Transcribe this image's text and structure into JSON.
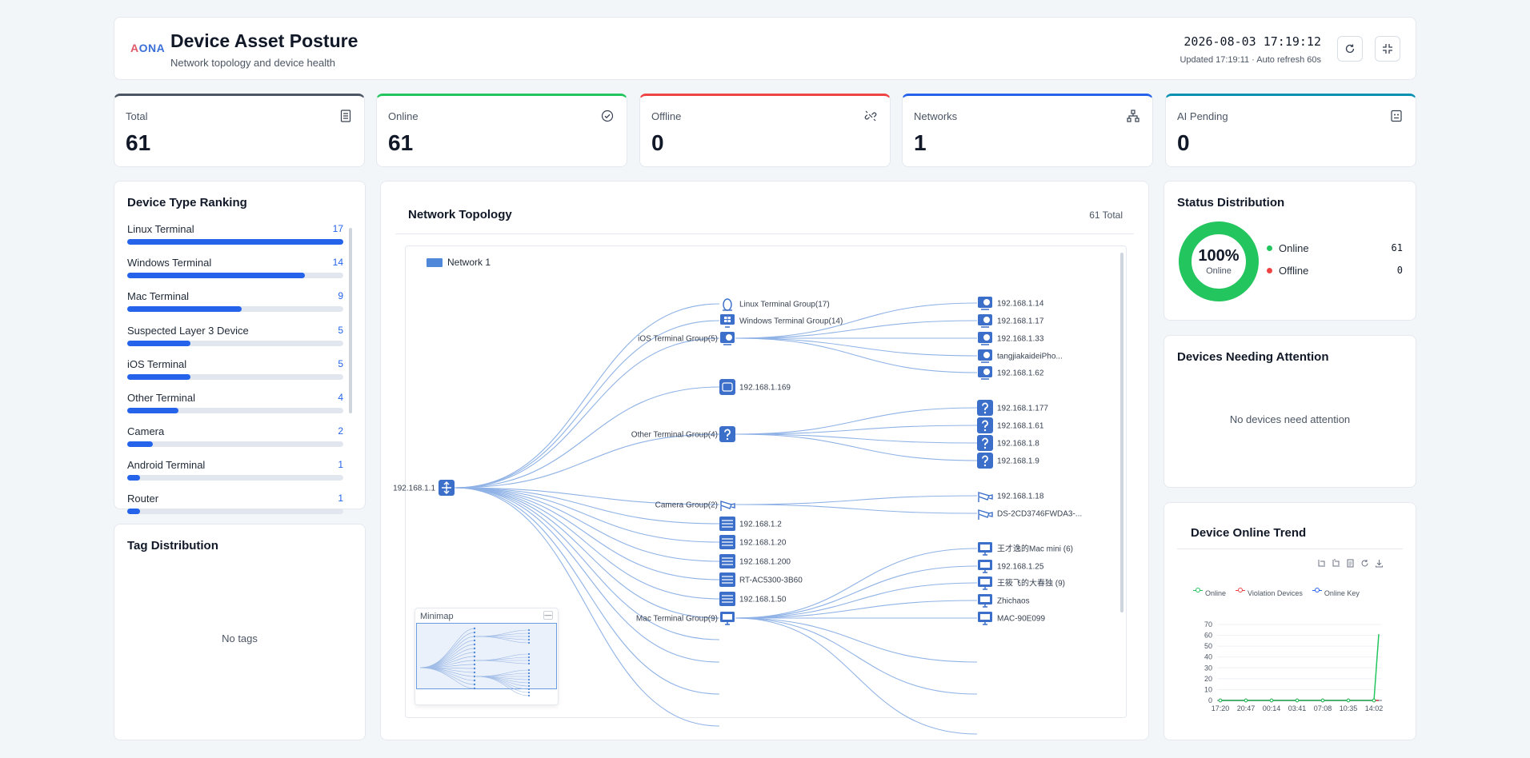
{
  "header": {
    "logo_a": "A",
    "logo_b": "ONA",
    "title": "Device Asset Posture",
    "subtitle": "Network topology and device health",
    "clock": "2026-08-03 17:19:12",
    "updated": "Updated 17:19:11 · Auto refresh 60s"
  },
  "stats": [
    {
      "label": "Total",
      "value": "61",
      "color": "#4b5563",
      "icon": "document-icon"
    },
    {
      "label": "Online",
      "value": "61",
      "color": "#22c55e",
      "icon": "check-circle-icon"
    },
    {
      "label": "Offline",
      "value": "0",
      "color": "#ef4444",
      "icon": "unlink-icon"
    },
    {
      "label": "Networks",
      "value": "1",
      "color": "#2563eb",
      "icon": "network-icon"
    },
    {
      "label": "AI Pending",
      "value": "0",
      "color": "#0891b2",
      "icon": "robot-icon"
    }
  ],
  "ranking": {
    "title": "Device Type Ranking",
    "max": 17,
    "items": [
      {
        "name": "Linux Terminal",
        "count": 17
      },
      {
        "name": "Windows Terminal",
        "count": 14
      },
      {
        "name": "Mac Terminal",
        "count": 9
      },
      {
        "name": "Suspected Layer 3 Device",
        "count": 5
      },
      {
        "name": "iOS Terminal",
        "count": 5
      },
      {
        "name": "Other Terminal",
        "count": 4
      },
      {
        "name": "Camera",
        "count": 2
      },
      {
        "name": "Android Terminal",
        "count": 1
      },
      {
        "name": "Router",
        "count": 1
      }
    ]
  },
  "tags": {
    "title": "Tag Distribution",
    "empty": "No tags"
  },
  "topology": {
    "title": "Network Topology",
    "total": "61 Total",
    "legend": "Network 1",
    "root": "192.168.1.1",
    "minimap": "Minimap",
    "minimap_close": "—",
    "groups": [
      {
        "label": "Linux Terminal Group(17)",
        "icon": "linux-icon"
      },
      {
        "label": "Windows Terminal Group(14)",
        "icon": "windows-icon"
      },
      {
        "label": "iOS Terminal Group(5)",
        "icon": "apple-icon"
      },
      {
        "label": "192.168.1.169",
        "icon": "ios-device-icon"
      },
      {
        "label": "Other Terminal Group(4)",
        "icon": "question-icon"
      },
      {
        "label": "Camera Group(2)",
        "icon": "camera-icon"
      },
      {
        "label": "192.168.1.2",
        "icon": "switch-icon"
      },
      {
        "label": "192.168.1.20",
        "icon": "switch-icon"
      },
      {
        "label": "192.168.1.200",
        "icon": "switch-icon"
      },
      {
        "label": "RT-AC5300-3B60",
        "icon": "switch-icon"
      },
      {
        "label": "192.168.1.50",
        "icon": "switch-icon"
      },
      {
        "label": "Mac Terminal Group(9)",
        "icon": "monitor-icon"
      }
    ],
    "leaves": [
      {
        "label": "192.168.1.14",
        "icon": "apple-icon"
      },
      {
        "label": "192.168.1.17",
        "icon": "apple-icon"
      },
      {
        "label": "192.168.1.33",
        "icon": "apple-icon"
      },
      {
        "label": "tangjiakaideiPho...",
        "icon": "apple-icon"
      },
      {
        "label": "192.168.1.62",
        "icon": "apple-icon"
      },
      {
        "label": "192.168.1.177",
        "icon": "question-icon"
      },
      {
        "label": "192.168.1.61",
        "icon": "question-icon"
      },
      {
        "label": "192.168.1.8",
        "icon": "question-icon"
      },
      {
        "label": "192.168.1.9",
        "icon": "question-icon"
      },
      {
        "label": "192.168.1.18",
        "icon": "camera-icon"
      },
      {
        "label": "DS-2CD3746FWDA3-...",
        "icon": "camera-icon"
      },
      {
        "label": "王才逸的Mac mini (6)",
        "icon": "monitor-icon"
      },
      {
        "label": "192.168.1.25",
        "icon": "monitor-icon"
      },
      {
        "label": "王筱飞的大春独 (9)",
        "icon": "monitor-icon"
      },
      {
        "label": "Zhichaos",
        "icon": "monitor-icon"
      },
      {
        "label": "MAC-90E099",
        "icon": "monitor-icon"
      }
    ]
  },
  "status": {
    "title": "Status Distribution",
    "percent": "100%",
    "center_label": "Online",
    "online_fraction": 1.0,
    "items": [
      {
        "label": "Online",
        "value": "61",
        "color": "#22c55e"
      },
      {
        "label": "Offline",
        "value": "0",
        "color": "#ef4444"
      }
    ]
  },
  "attention": {
    "title": "Devices Needing Attention",
    "empty": "No devices need attention"
  },
  "chart_data": {
    "type": "line",
    "title": "Device Online Trend",
    "xlabel": "",
    "ylabel": "",
    "ylim": [
      0,
      70
    ],
    "yticks": [
      0,
      10,
      20,
      30,
      40,
      50,
      60,
      70
    ],
    "categories": [
      "17:20",
      "20:47",
      "00:14",
      "03:41",
      "07:08",
      "10:35",
      "14:02"
    ],
    "series": [
      {
        "name": "Online",
        "color": "#22c55e",
        "values": [
          0,
          0,
          0,
          0,
          0,
          0,
          0,
          61
        ]
      },
      {
        "name": "Violation Devices",
        "color": "#ef4444",
        "values": [
          0,
          0,
          0,
          0,
          0,
          0,
          0,
          0
        ]
      },
      {
        "name": "Online Key",
        "color": "#2563eb",
        "values": [
          0,
          0,
          0,
          0,
          0,
          0,
          0,
          0
        ]
      }
    ]
  }
}
